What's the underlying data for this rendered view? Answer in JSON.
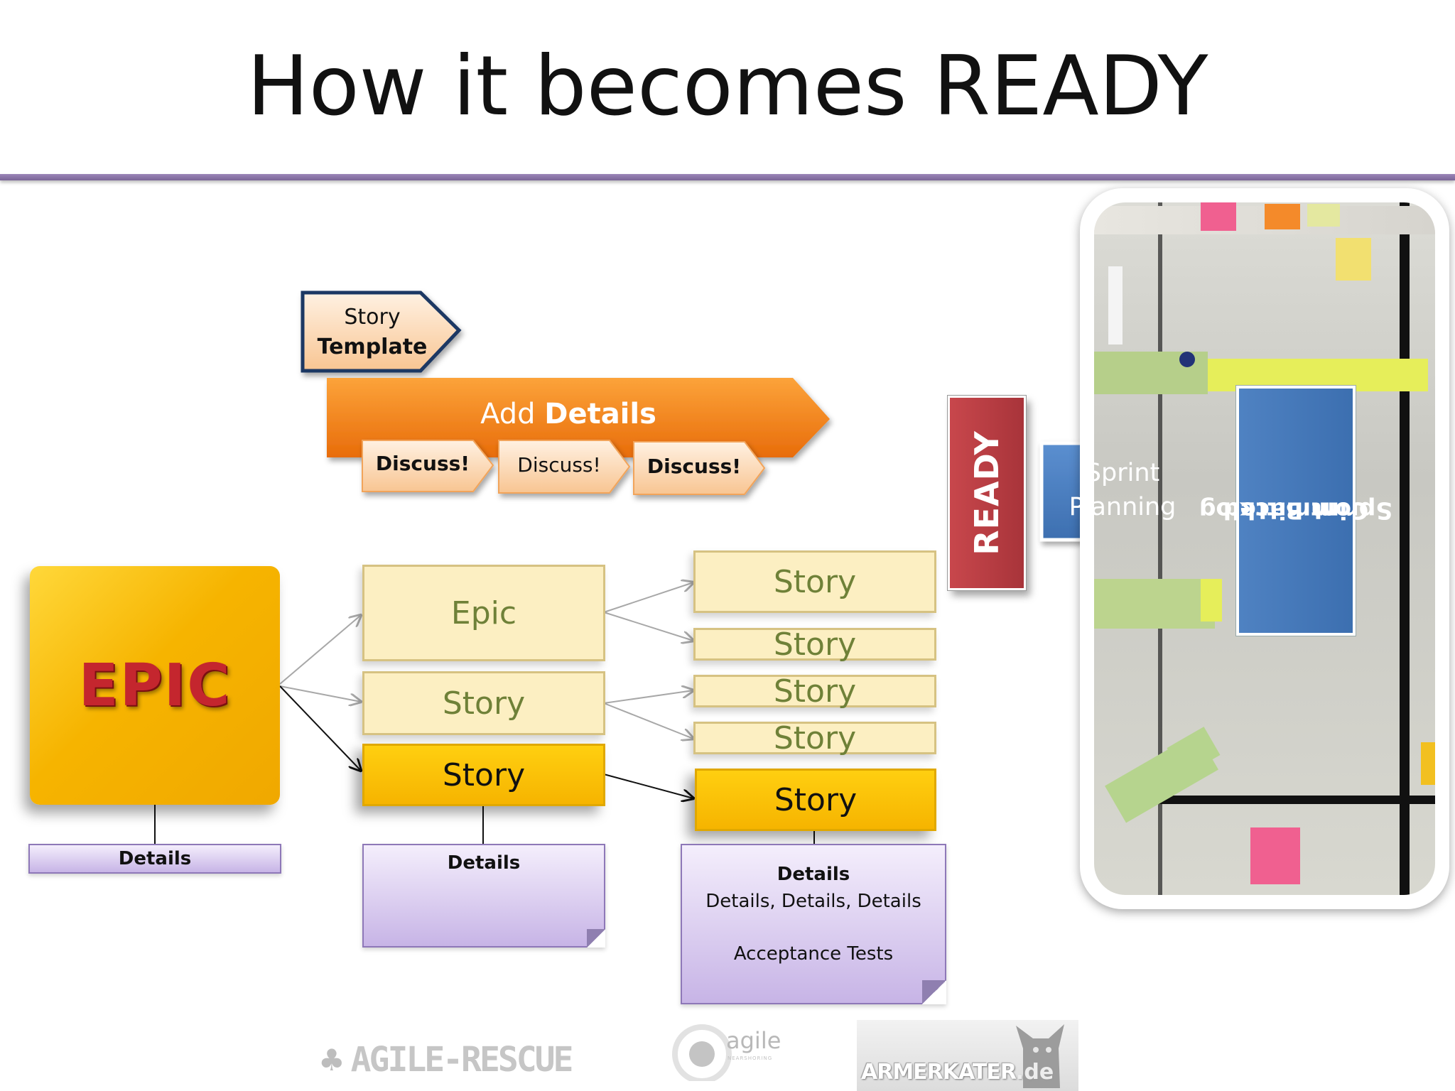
{
  "slide": {
    "title": "How it becomes READY"
  },
  "template_arrow": {
    "line1": "Story",
    "line2": "Template"
  },
  "details_chevron": {
    "prefix": "Add ",
    "bold": "Details",
    "discuss": [
      "Discuss!",
      "Discuss!",
      "Discuss!"
    ]
  },
  "epic_big": {
    "label": "EPIC",
    "details": "Details"
  },
  "column2": {
    "epic": "Epic",
    "story": "Story",
    "story_selected": "Story",
    "details": "Details"
  },
  "column3": {
    "stories": [
      "Story",
      "Story",
      "Story",
      "Story"
    ],
    "story_selected": "Story",
    "details_title": "Details",
    "details_line": "Details, Details, Details",
    "acceptance": "Acceptance Tests"
  },
  "ready": {
    "label": "READY"
  },
  "sprint_planning": {
    "line1": "Sprint",
    "line2": "Planning"
  },
  "committed": {
    "line1": "Committed",
    "line2": "Sprint Backlog"
  },
  "logos": {
    "agile_rescue": "AGILE-RESCUE",
    "agile_nearshoring": "agile",
    "agile_nearshoring_sub": "NEARSHORING",
    "armerkater": "ARMERKATER",
    "armerkater_tld": ".de"
  },
  "colors": {
    "divider": "#8a74a8",
    "gold": "#f6b400",
    "pale_story": "#fcefc2",
    "story_text_pale": "#6f8138",
    "ready_red": "#b83c42",
    "sprint_blue": "#4a7cc0",
    "orange_chevron": "#f07f12",
    "details_purple": "#d9ccef"
  }
}
